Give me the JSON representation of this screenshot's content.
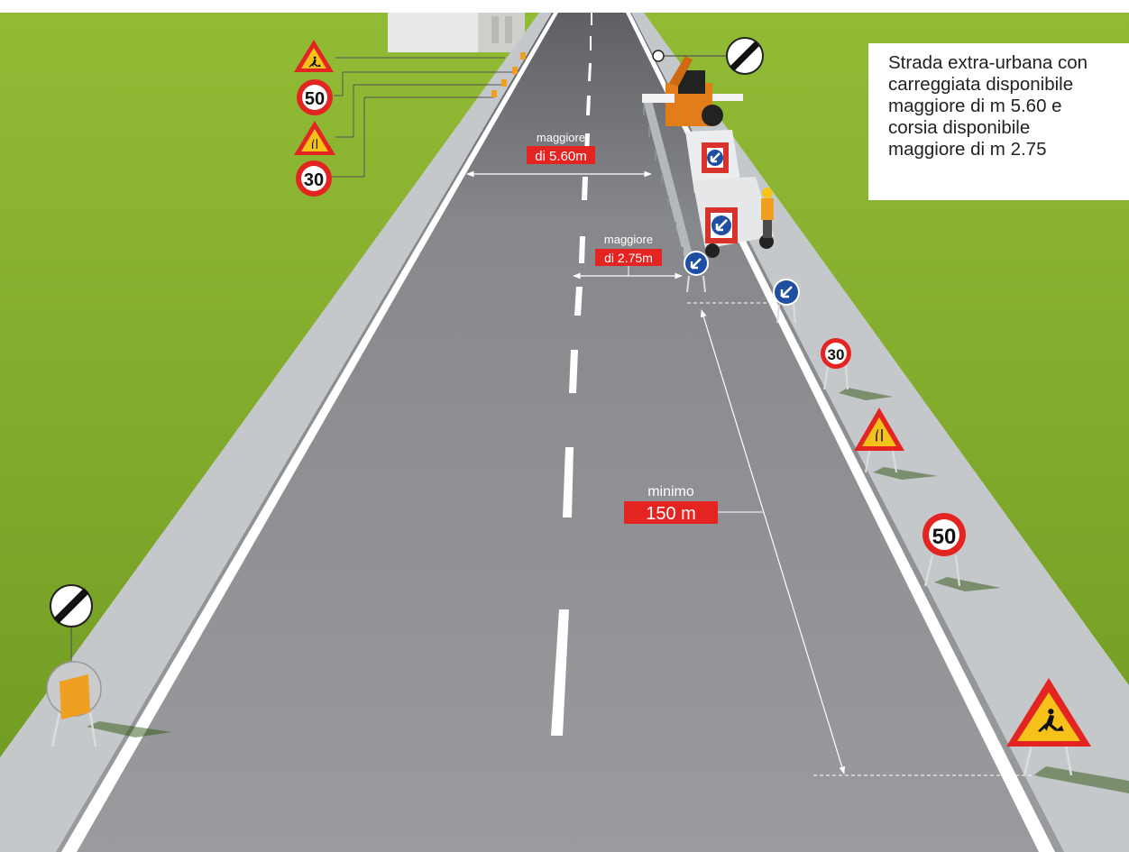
{
  "caption": {
    "lines": [
      "Strada extra-urbana con",
      "carreggiata disponibile",
      "maggiore di m 5.60 e",
      "corsia disponibile",
      "maggiore di m 2.75"
    ]
  },
  "measures": {
    "carriageway": {
      "top": "maggiore",
      "tag": "di 5.60m"
    },
    "lane": {
      "top": "maggiore",
      "tag": "di 2.75m"
    },
    "distance": {
      "top": "minimo",
      "tag": "150 m"
    }
  },
  "signs": {
    "speed_50": "50",
    "speed_30": "30"
  },
  "colors": {
    "grass": "#7aa428",
    "asphalt": "#8f9194",
    "shoulder": "#c8cbcd",
    "sign_red": "#e32420",
    "sign_yellow": "#f6c21a",
    "sign_blue": "#1f4fa3"
  }
}
